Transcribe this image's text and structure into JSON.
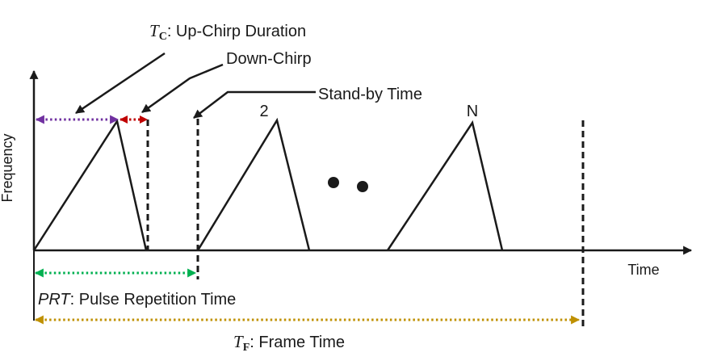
{
  "figure": {
    "y_axis_label": "Frequency",
    "x_axis_label": "Time",
    "chirp_labels": {
      "second": "2",
      "nth": "N"
    },
    "callouts": {
      "up_chirp": {
        "symbol": "T",
        "subscript": "C",
        "rest": ": Up-Chirp Duration"
      },
      "down_chirp": {
        "label": "Down-Chirp"
      },
      "standby": {
        "label": "Stand-by Time"
      }
    },
    "measures": {
      "prt": {
        "symbol": "PRT",
        "rest": ": Pulse Repetition Time",
        "color": "#00B050"
      },
      "frame": {
        "symbol": "T",
        "subscript": "F",
        "rest": ": Frame Time",
        "color": "#BF9000"
      },
      "up_chirp_arrow_color": "#7030A0",
      "down_chirp_arrow_color": "#C00000"
    },
    "line_color": "#1a1a1a"
  }
}
